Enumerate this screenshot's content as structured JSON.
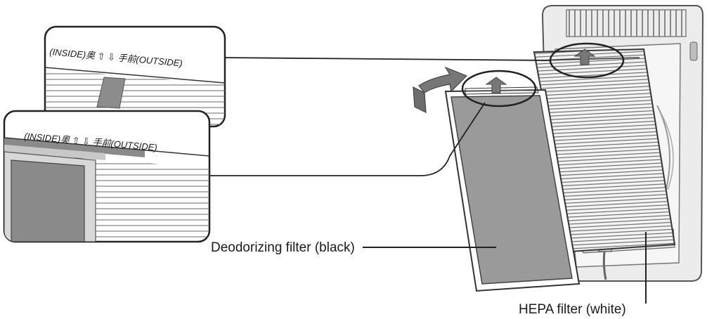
{
  "labels": {
    "top_callout": "(INSIDE)奥 ⇧ ⇩ 手前(OUTSIDE)",
    "bottom_callout": "(INSIDE)奥 ⇧ ⇩ 手前(OUTSIDE)",
    "deodorizing_filter": "Deodorizing filter (black)",
    "hepa_filter": "HEPA filter (white)"
  },
  "colors": {
    "line": "#222222",
    "fill_gray": "#8c8c8c",
    "fill_light": "#eeeeee",
    "frame": "#dcdcdc"
  }
}
